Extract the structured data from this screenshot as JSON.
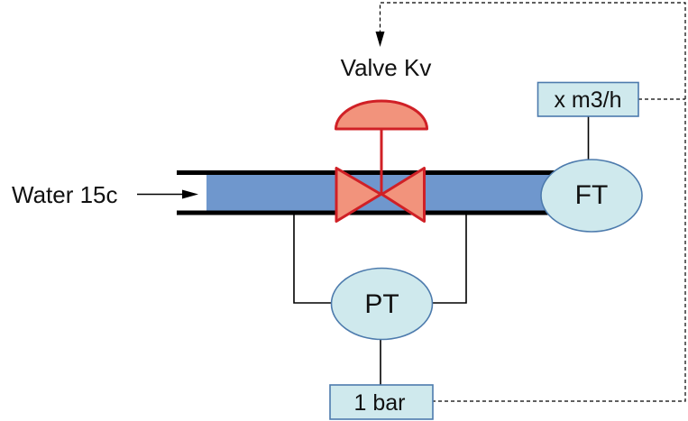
{
  "diagram": {
    "inlet_label": "Water 15c",
    "valve_label": "Valve Kv",
    "flow_transmitter_label": "FT",
    "flow_readout_label": "x m3/h",
    "pressure_transmitter_label": "PT",
    "pressure_readout_label": "1 bar"
  },
  "colors": {
    "background": "#ffffff",
    "pipe_fill": "#6f97cd",
    "pipe_outline": "#000000",
    "valve_fill": "#f2937c",
    "valve_stroke": "#d02026",
    "instrument_fill": "#cfe9ed",
    "instrument_stroke": "#4d7bad",
    "connector": "#000000",
    "signal_dashed": "#000000",
    "text": "#111111"
  }
}
